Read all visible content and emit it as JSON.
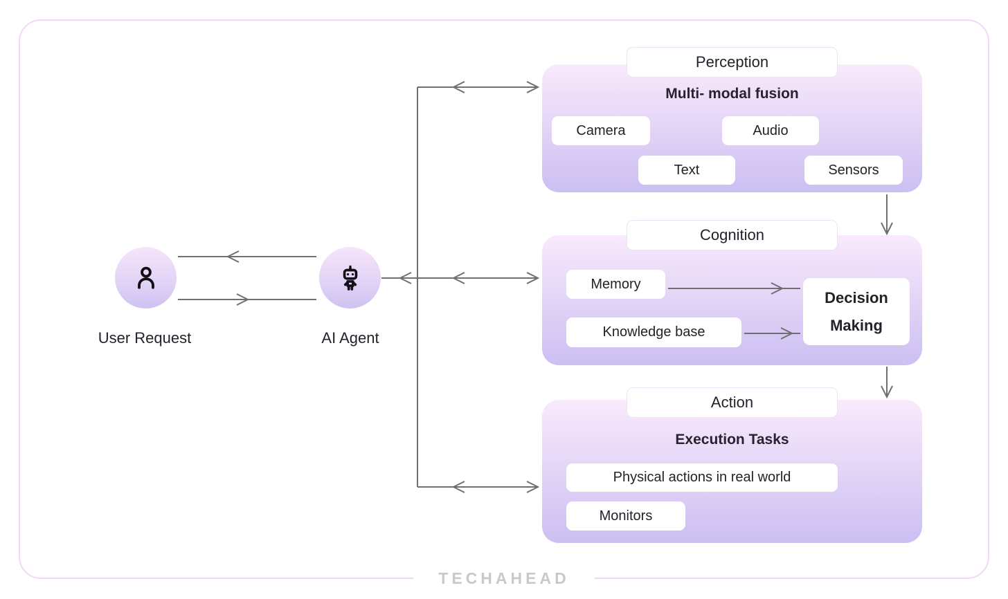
{
  "actors": {
    "user": {
      "label": "User Request",
      "icon": "user-icon"
    },
    "agent": {
      "label": "AI Agent",
      "icon": "robot-icon"
    }
  },
  "panels": {
    "perception": {
      "title": "Perception",
      "subtitle": "Multi- modal fusion",
      "chips": [
        "Camera",
        "Audio",
        "Text",
        "Sensors"
      ]
    },
    "cognition": {
      "title": "Cognition",
      "chips": [
        "Memory",
        "Knowledge base"
      ],
      "decision": "Decision Making"
    },
    "action": {
      "title": "Action",
      "subtitle": "Execution Tasks",
      "chips": [
        "Physical actions in real world",
        "Monitors"
      ]
    }
  },
  "footer": {
    "brand": "TECHAHEAD"
  },
  "colors": {
    "frame_border": "#f1d7f8",
    "panel_gradient_top": "#f9eafc",
    "panel_gradient_bottom": "#ccbff2",
    "arrow": "#6f6f6f",
    "text": "#232129",
    "brand_gray": "#c9c9c9",
    "chip_bg": "#ffffff"
  }
}
